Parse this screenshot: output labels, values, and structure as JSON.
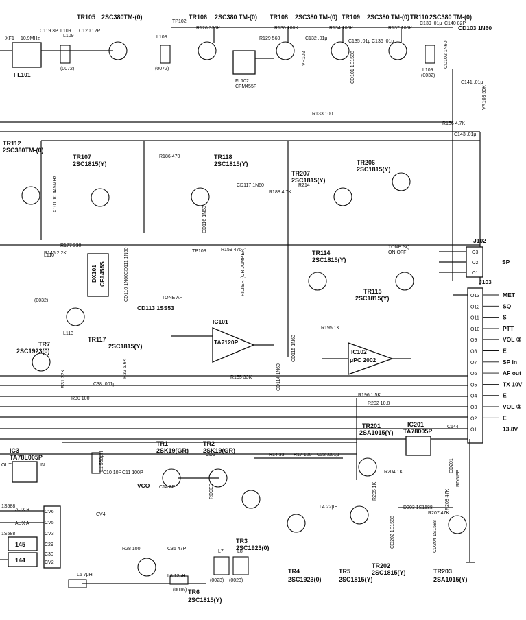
{
  "transistors_top": [
    {
      "ref": "TR105",
      "part": "2SC380TM-(0)"
    },
    {
      "ref": "TR106",
      "part": "2SC380 TM-(0)"
    },
    {
      "ref": "TR108",
      "part": "2SC380 TM-(0)"
    },
    {
      "ref": "TR109",
      "part": "2SC380 TM-(0)"
    },
    {
      "ref": "TR110",
      "part": "2SC380 TM-(0)"
    }
  ],
  "top_labels": {
    "tp102": "TP102",
    "xf1": "XF1",
    "xf1_freq": "10.9MHz",
    "fl101": "FL101",
    "fl102": "FL102",
    "fl102_part": "CFM455F",
    "cd103": "CD103 1N60",
    "cd102": "CD102 1N60",
    "cd101": "CD101 1S1588",
    "vr103": "VR103 50K",
    "vr102": "VR102",
    "r156": "R156 4.7K",
    "l109": "L109",
    "l109_code": "(0032)",
    "l108": "L108",
    "l108_code": "(0072)",
    "l105_code": "(0072)"
  },
  "top_parts": [
    {
      "t": "C119 3P"
    },
    {
      "t": "C120 12P"
    },
    {
      "t": "L109"
    },
    {
      "t": "R126 330K"
    },
    {
      "t": "R130 100K"
    },
    {
      "t": "R134 100K"
    },
    {
      "t": "R137 100K"
    },
    {
      "t": "C139 .01μ"
    },
    {
      "t": "C140 82P"
    },
    {
      "t": "R129 560"
    },
    {
      "t": "C132 .01μ"
    },
    {
      "t": "C135 .01μ"
    },
    {
      "t": "C136 .01μ"
    },
    {
      "t": "R133 100"
    },
    {
      "t": "C141 .01μ"
    },
    {
      "t": "C143 .01μ"
    }
  ],
  "mid_transistors": [
    {
      "ref": "TR112",
      "part": "2SC380TM-(0)"
    },
    {
      "ref": "TR107",
      "part": "2SC1815(Y)"
    },
    {
      "ref": "TR118",
      "part": "2SC1815(Y)"
    },
    {
      "ref": "TR207",
      "part": "2SC1815(Y)"
    },
    {
      "ref": "TR206",
      "part": "2SC1815(Y)"
    },
    {
      "ref": "TR114",
      "part": "2SC1815(Y)"
    },
    {
      "ref": "TR115",
      "part": "2SC1815(Y)"
    },
    {
      "ref": "TR117",
      "part": "2SC1815(Y)"
    },
    {
      "ref": "TR7",
      "part": "2SC1923(0)"
    }
  ],
  "mid_labels": {
    "x101": "X101 10.445MHz",
    "cd117": "CD117 1N60",
    "cd116": "CD116 1N60",
    "dx101": "DX101",
    "cfa455s": "CFA455S",
    "cd113": "CD113 1SS53",
    "cd111": "CD111 1N60",
    "cd110": "CD110 1N60",
    "tp103": "TP103",
    "tone_af": "TONE AF",
    "tone_sq": "TONE SQ",
    "on_off": "ON  OFF",
    "filter": "FILTER (OR JUMPER)",
    "l110": "L110",
    "l110_code": "(0032)",
    "l113": "L113",
    "ic101": "IC101",
    "ic101_part": "TA7120P",
    "ic102": "IC102",
    "ic102_part": "μPC 2002",
    "cd114": "CD114 1N60",
    "cd115": "CD115 1N60",
    "r214": "R214",
    "r186": "R186 470",
    "r188": "R188 4.7K",
    "r177": "R177 330",
    "r146": "R146 2.2K",
    "r159": "R159 470",
    "r195": "R195 1K",
    "r196": "R196 1.5K",
    "r202": "R202 10.8",
    "r155": "R155 33K",
    "r30": "R30 100",
    "c38": "C38 .001μ",
    "r31": "R31 22K",
    "r32": "R32 5.6K"
  },
  "j102": {
    "name": "J102",
    "pins": [
      "O3",
      "O2",
      "O1"
    ],
    "label": "SP"
  },
  "j103": {
    "name": "J103",
    "pins": [
      "O13",
      "O12",
      "O11",
      "O10",
      "O9",
      "O8",
      "O7",
      "O6",
      "O5",
      "O4",
      "O3",
      "O2",
      "O1"
    ],
    "labels": [
      "MET",
      "SQ",
      "S",
      "PTT",
      "VOL ③",
      "E",
      "SP in",
      "AF out",
      "TX 10V",
      "E",
      "VOL ②",
      "E",
      "13.8V"
    ]
  },
  "bottom_transistors": [
    {
      "ref": "TR1",
      "part": "2SK19(GR)"
    },
    {
      "ref": "TR2",
      "part": "2SK19(GR)"
    },
    {
      "ref": "TR3",
      "part": "2SC1923(0)"
    },
    {
      "ref": "TR4",
      "part": "2SC1923(0)"
    },
    {
      "ref": "TR5",
      "part": "2SC1815(Y)"
    },
    {
      "ref": "TR6",
      "part": "2SC1815(Y)"
    },
    {
      "ref": "TR201",
      "part": "2SA1015(Y)"
    },
    {
      "ref": "TR202",
      "part": "2SC1815(Y)"
    },
    {
      "ref": "TR203",
      "part": "2SA1015(Y)"
    }
  ],
  "bottom_labels": {
    "ic3": "IC3",
    "ic3_part": "TA78L005P",
    "ic201": "IC201",
    "ic201_part": "TA78005P",
    "cd3": "CD3",
    "cd3_part": "RD9ED",
    "cd201": "CD201",
    "cd201_part": "RD5IEB",
    "d203": "D203 1S1588",
    "cd202": "CD202 1S1588",
    "cd204": "CD204 1S1588",
    "vco": "VCO",
    "aux_a": "AUX A",
    "aux_b": "AUX B",
    "r14": "R14 33",
    "r17": "R17 100",
    "c22": "C22 .001μ",
    "l4": "L4 22μH",
    "c35": "C35 47P",
    "r28": "R28 100",
    "l5": "L5 7μH",
    "l6": "L6 12μH",
    "l7": "L7",
    "l8": "L8",
    "code_0023a": "(0023)",
    "code_0023b": "(0023)",
    "code_0016": "(0016)",
    "l1": "L1 560μH",
    "r204": "R204 1K",
    "r205": "R205 1K",
    "r207": "R207 47K",
    "r208": "R208 47K",
    "c144": "C144",
    "in": "IN",
    "out": "OUT",
    "x145": "145",
    "x144": "144",
    "c10": "C10 10P",
    "c11": "C11 100P",
    "c14": "C14 3P",
    "cv6": "CV6",
    "cv5": "CV5",
    "cv4": "CV4",
    "cv3": "CV3",
    "cv2": "CV2",
    "c29": "C29",
    "c30": "C30",
    "sw_a": "1S588",
    "sw_b": "1S588"
  }
}
